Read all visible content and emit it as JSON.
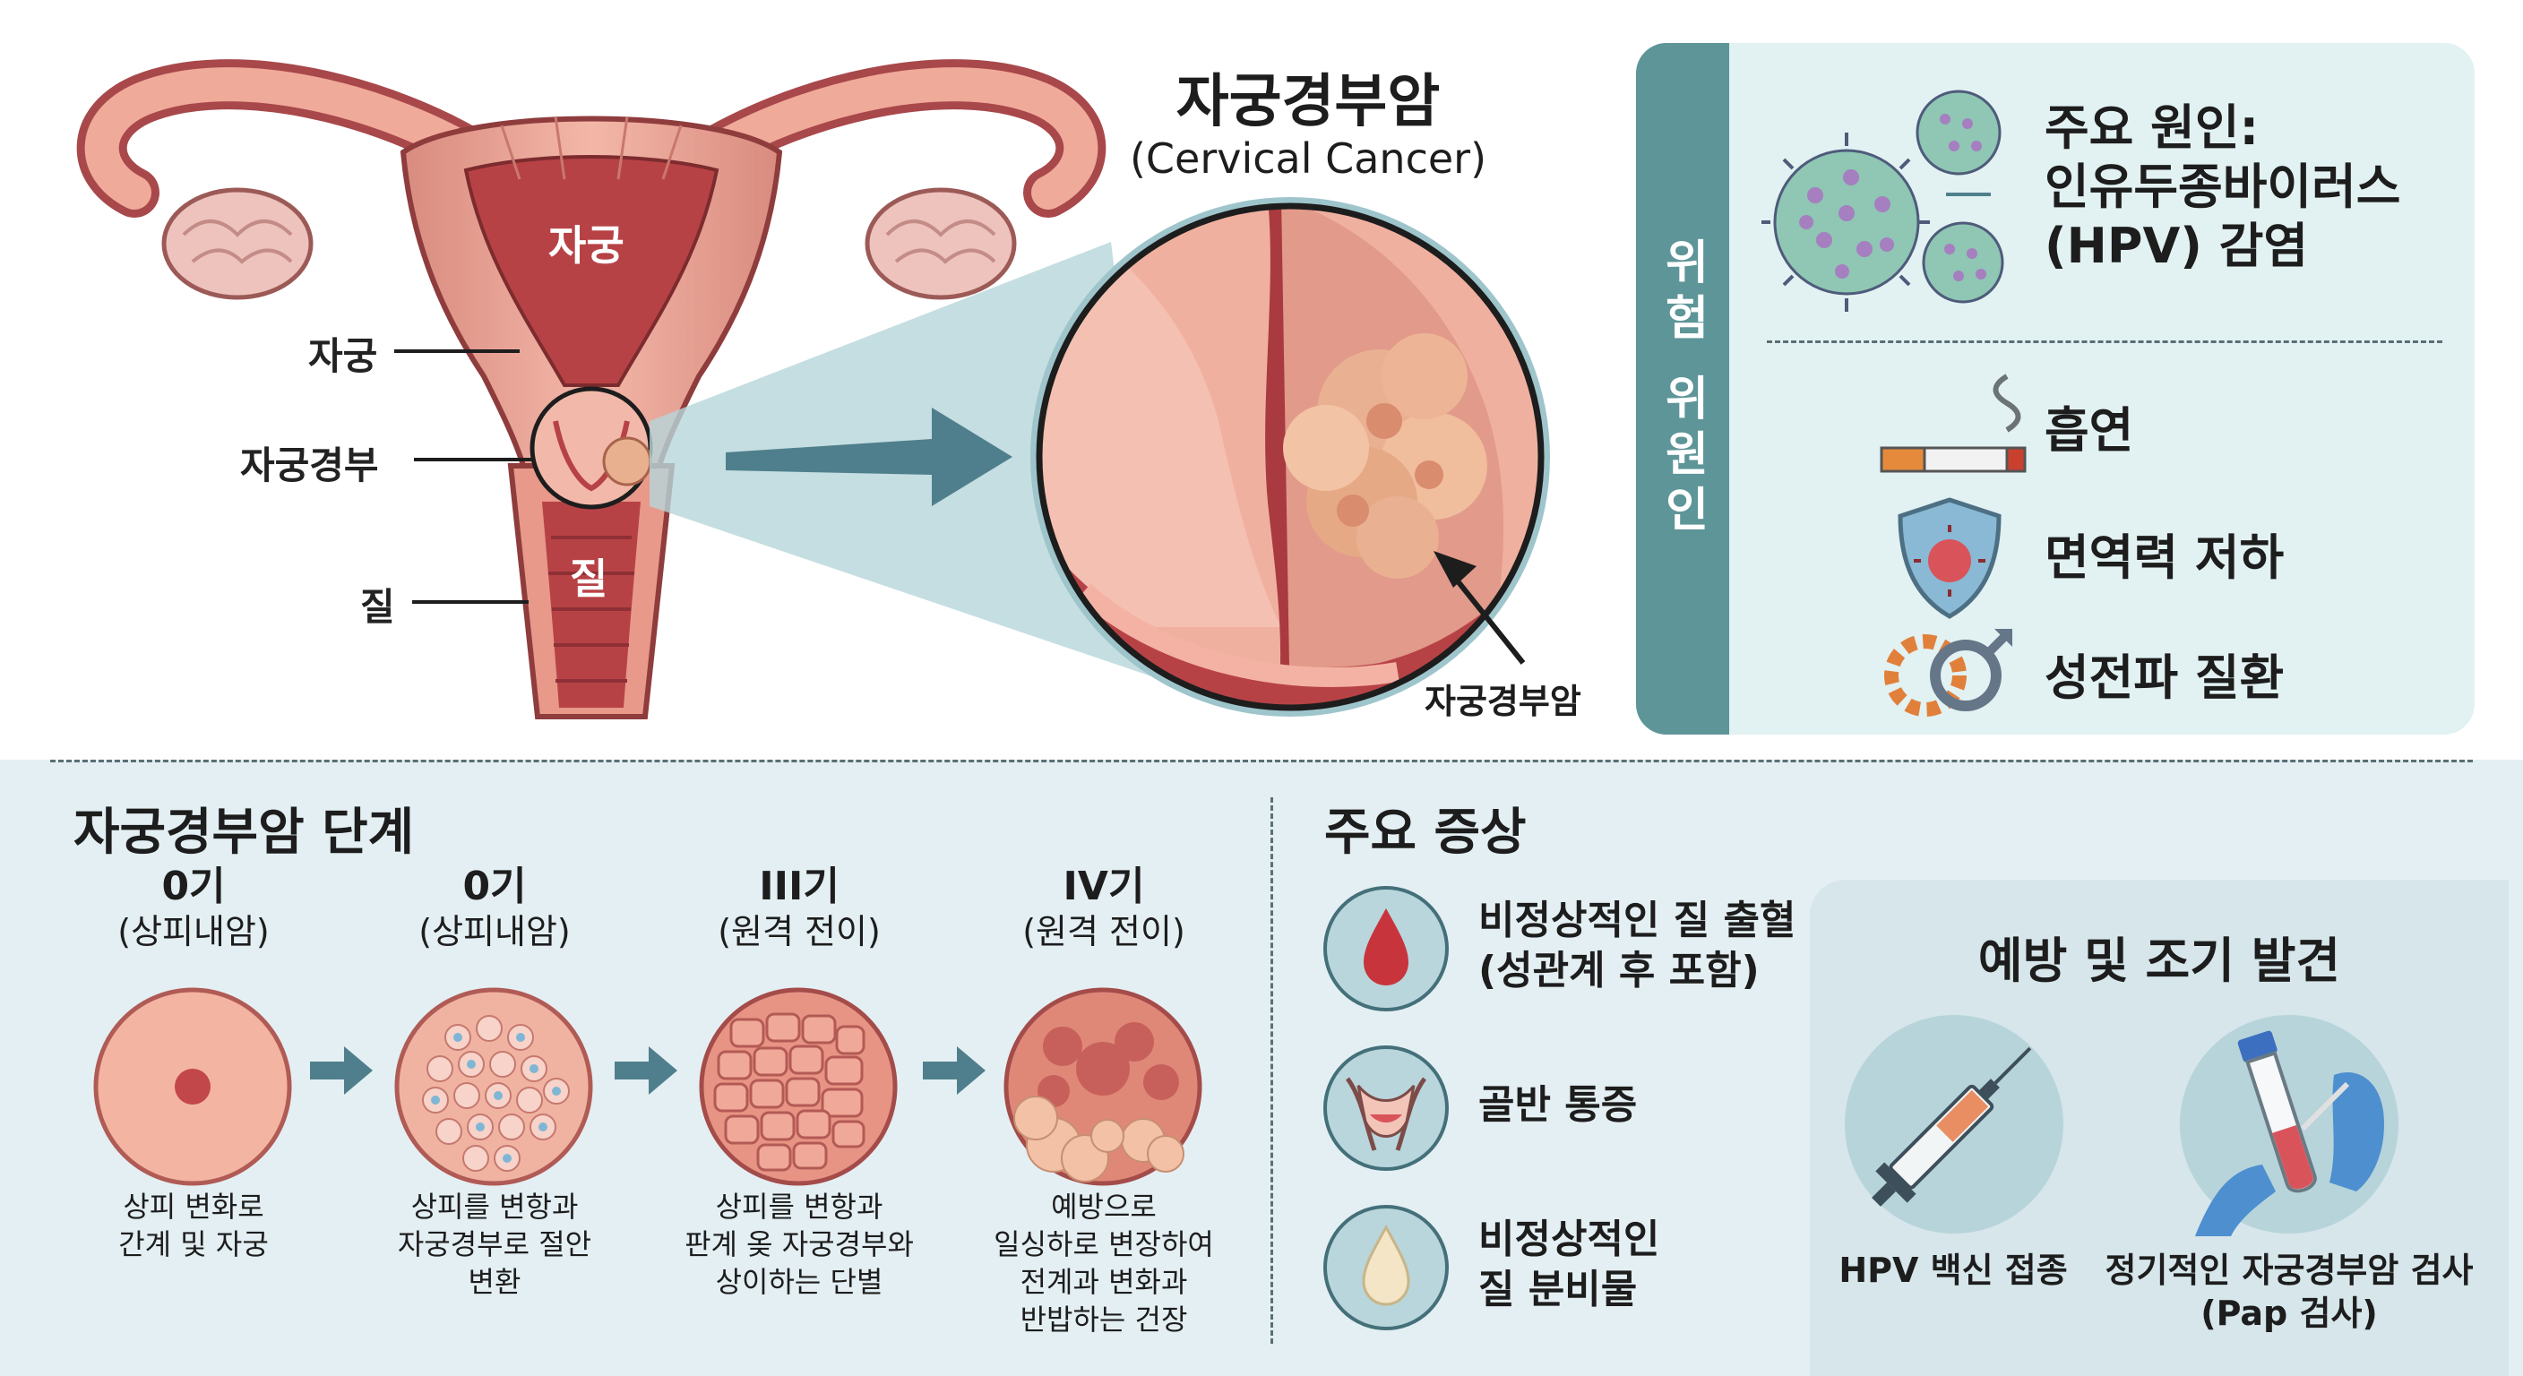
{
  "title": "자궁경부암",
  "subtitle": "(Cervical Cancer)",
  "anatomy": {
    "organ_uterus": "자궁",
    "organ_vagina": "질",
    "label_uterus": "자궁",
    "label_cervix": "자궁경부",
    "label_vagina": "질",
    "callout": "자궁경부암"
  },
  "risk": {
    "heading": "위험 위원인",
    "items": [
      {
        "icon": "virus-icon",
        "lines": [
          "주요 원인:",
          "인유두종바이러스",
          "(HPV) 감염"
        ]
      },
      {
        "icon": "cigarette-icon",
        "lines": [
          "흡연"
        ]
      },
      {
        "icon": "shield-icon",
        "lines": [
          "면역력 저하"
        ]
      },
      {
        "icon": "gender-symbol-icon",
        "lines": [
          "성전파 질환"
        ]
      }
    ]
  },
  "stages": {
    "heading": "자궁경부암 단계",
    "items": [
      {
        "title": "0기",
        "sub": "(상피내암)",
        "desc": [
          "상피 변화로",
          "간계 및 자궁"
        ]
      },
      {
        "title": "0기",
        "sub": "(상피내암)",
        "desc": [
          "상피를 변항과",
          "자궁경부로 절안",
          "변환"
        ]
      },
      {
        "title": "III기",
        "sub": "(원격 전이)",
        "desc": [
          "상피를 변항과",
          "판계 옺 자궁경부와",
          "상이하는 단별"
        ]
      },
      {
        "title": "IV기",
        "sub": "(원격 전이)",
        "desc": [
          "예방으로",
          "일싱하로 변장하여",
          "전계과 변화과",
          "반밥하는 건장"
        ]
      }
    ]
  },
  "symptoms": {
    "heading": "주요 증상",
    "items": [
      {
        "icon": "blood-drop-icon",
        "lines": [
          "비정상적인 질 출혈",
          "(성관계 후 포함)"
        ]
      },
      {
        "icon": "pelvis-icon",
        "lines": [
          "골반 통증"
        ]
      },
      {
        "icon": "discharge-drop-icon",
        "lines": [
          "비정상적인",
          "질 분비물"
        ]
      }
    ]
  },
  "prevention": {
    "heading": "예방 및 조기 발견",
    "items": [
      {
        "icon": "syringe-icon",
        "lines": [
          "HPV 백신 접종"
        ]
      },
      {
        "icon": "test-tube-icon",
        "lines": [
          "정기적인 자궁경부암 검사",
          "(Pap 검사)"
        ]
      }
    ]
  },
  "colors": {
    "teal": "#5e9598",
    "panel_bg": "#e2f1f2",
    "tissue_pink": "#e8998a",
    "tissue_dark": "#b5474a",
    "arrow_teal": "#4f7f8c"
  }
}
